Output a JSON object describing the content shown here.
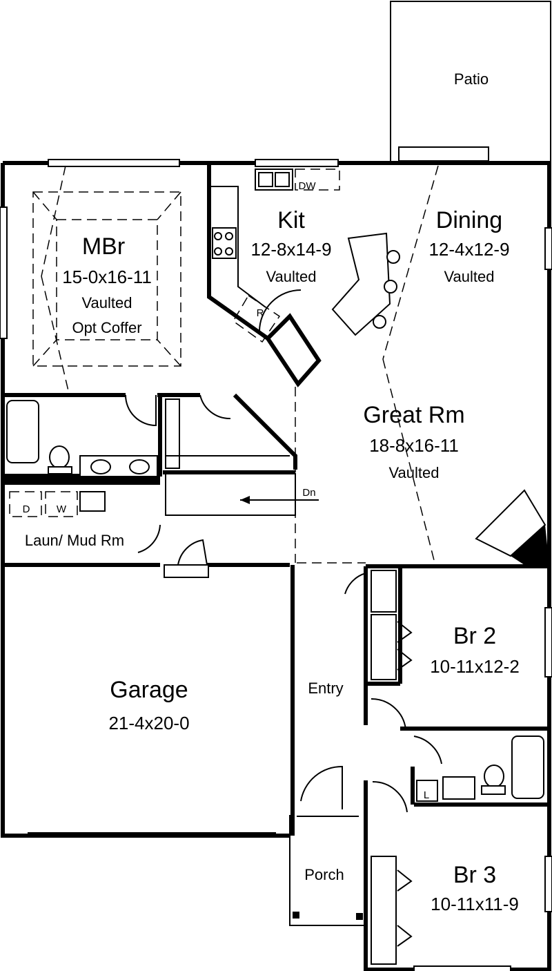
{
  "rooms": {
    "patio": {
      "name": "Patio"
    },
    "mbr": {
      "name": "MBr",
      "size": "15-0x16-11",
      "note1": "Vaulted",
      "note2": "Opt Coffer"
    },
    "kit": {
      "name": "Kit",
      "size": "12-8x14-9",
      "note1": "Vaulted"
    },
    "dining": {
      "name": "Dining",
      "size": "12-4x12-9",
      "note1": "Vaulted"
    },
    "great": {
      "name": "Great Rm",
      "size": "18-8x16-11",
      "note1": "Vaulted"
    },
    "laundry": {
      "name": "Laun/ Mud Rm"
    },
    "garage": {
      "name": "Garage",
      "size": "21-4x20-0"
    },
    "entry": {
      "name": "Entry"
    },
    "porch": {
      "name": "Porch"
    },
    "br2": {
      "name": "Br 2",
      "size": "10-11x12-2"
    },
    "br3": {
      "name": "Br 3",
      "size": "10-11x11-9"
    }
  },
  "fixtures": {
    "dishwasher": "DW",
    "refrigerator": "R",
    "dryer": "D",
    "washer": "W",
    "linen": "L",
    "stairs_down": "Dn"
  }
}
